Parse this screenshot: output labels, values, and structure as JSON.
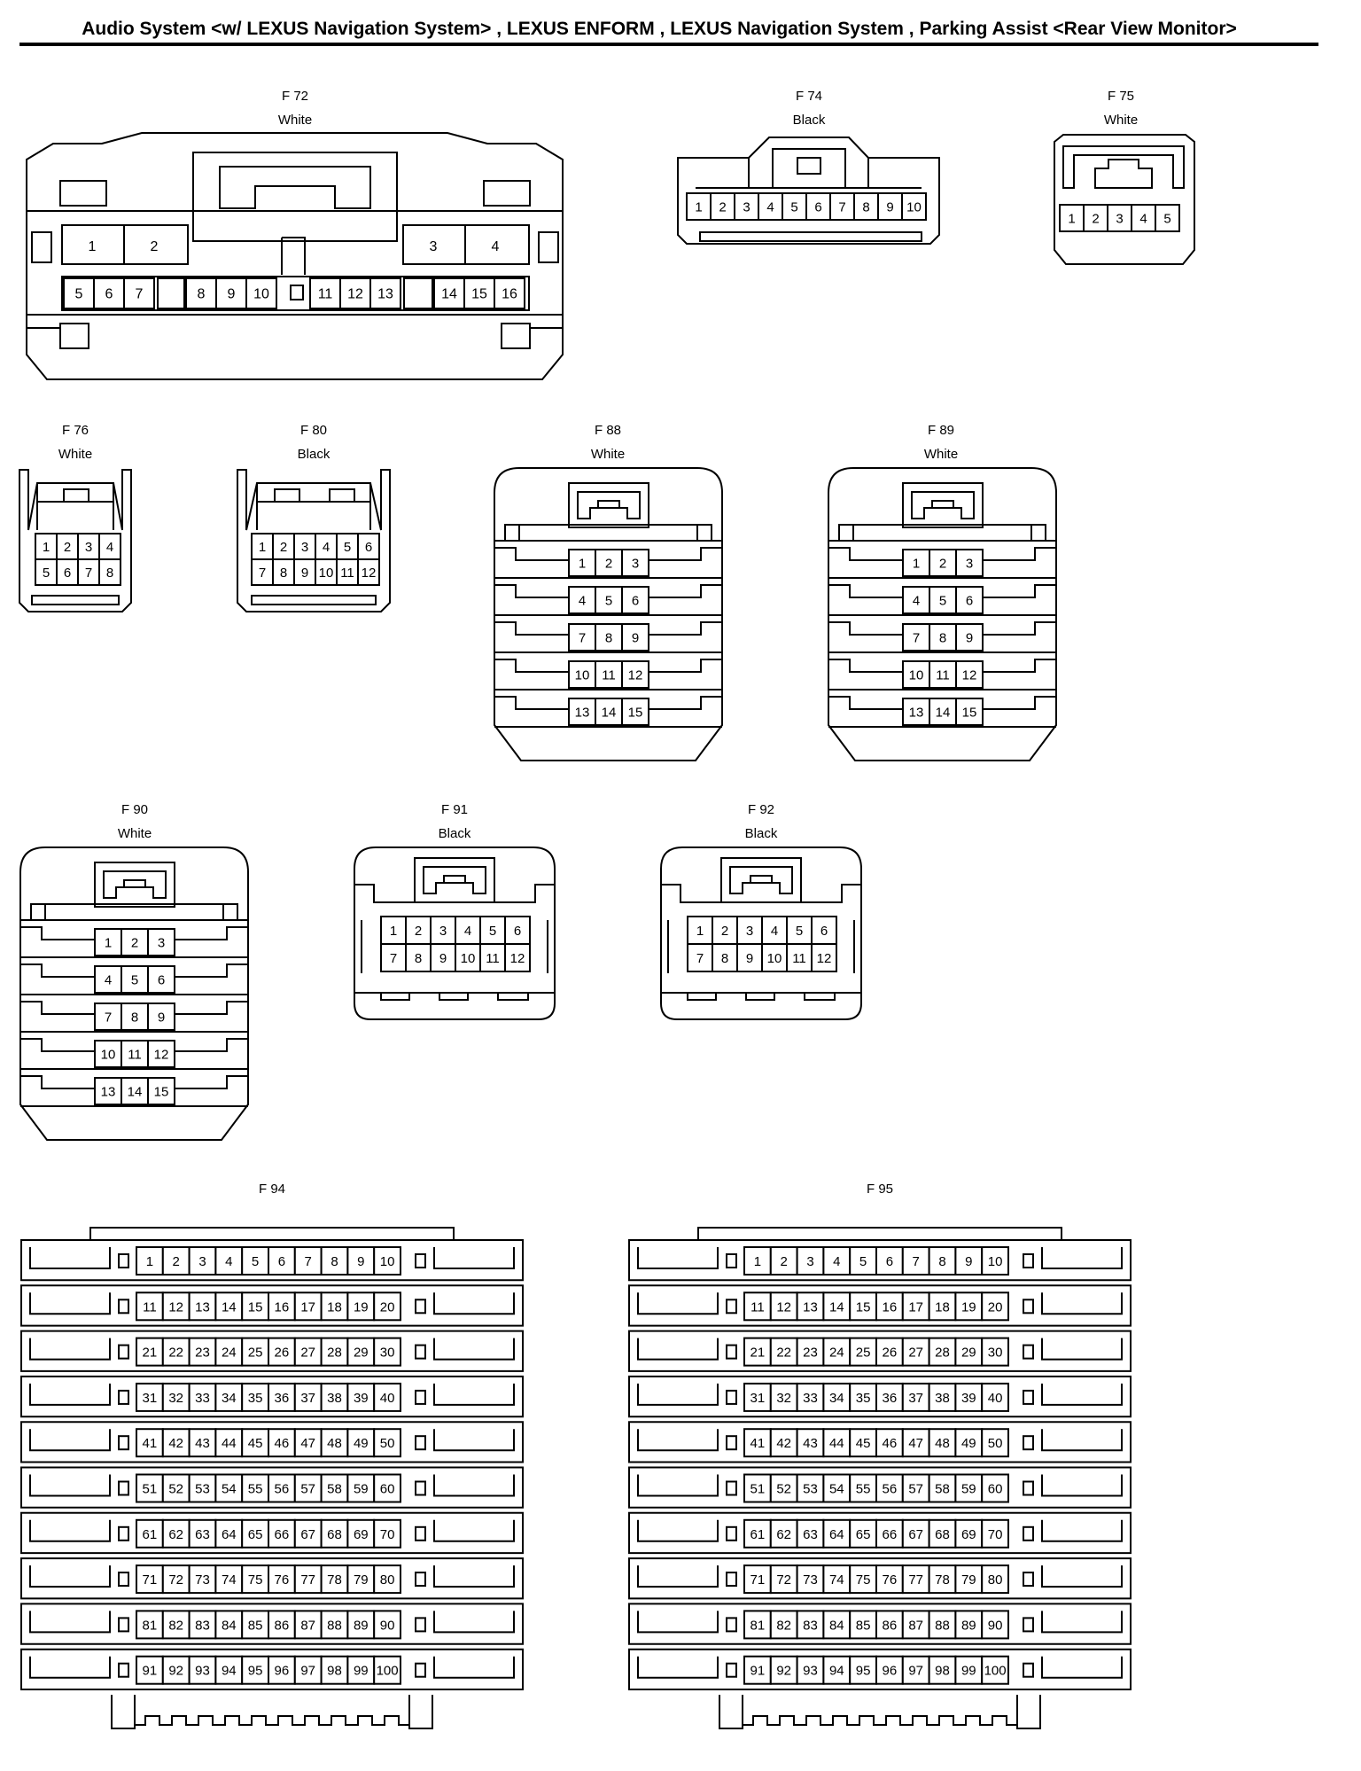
{
  "title": "Audio System <w/ LEXUS Navigation System> , LEXUS ENFORM , LEXUS Navigation System , Parking Assist <Rear View Monitor>",
  "connectors": {
    "f72": {
      "id": "F 72",
      "color": "White"
    },
    "f74": {
      "id": "F 74",
      "color": "Black"
    },
    "f75": {
      "id": "F 75",
      "color": "White"
    },
    "f76": {
      "id": "F 76",
      "color": "White"
    },
    "f80": {
      "id": "F 80",
      "color": "Black"
    },
    "f88": {
      "id": "F 88",
      "color": "White"
    },
    "f89": {
      "id": "F 89",
      "color": "White"
    },
    "f90": {
      "id": "F 90",
      "color": "White"
    },
    "f91": {
      "id": "F 91",
      "color": "Black"
    },
    "f92": {
      "id": "F 92",
      "color": "Black"
    },
    "f94": {
      "id": "F 94"
    },
    "f95": {
      "id": "F 95"
    }
  }
}
